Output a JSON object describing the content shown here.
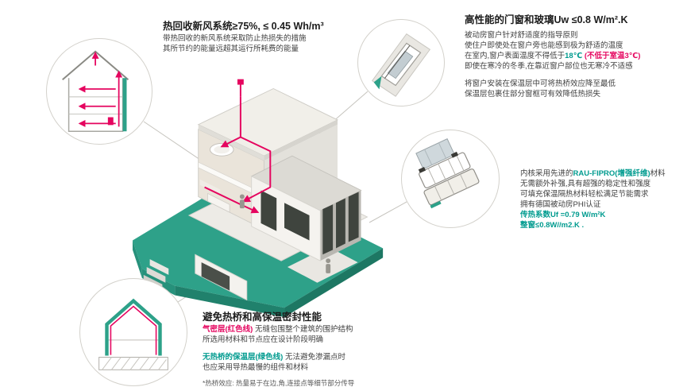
{
  "sections": {
    "ventilation": {
      "title": "热回收新风系统≥75%, ≤ 0.45 Wh/m³",
      "line1": "带热回收的新风系统采取防止热损失的措施",
      "line2": "其所节约的能量远超其运行所耗费的能量"
    },
    "windows": {
      "title": "高性能的门窗和玻璃",
      "title_value": "Uw ≤0.8 W/m².K",
      "line1": "被动房窗户针对舒适度的指导原则",
      "line2": "使住户即使处在窗户旁也能感到极为舒适的温度",
      "line3_pre": "在室内,窗户表面温度不得低于",
      "line3_green": "18℃",
      "line3_red": " (不低于室温3℃)",
      "line4": "即使在寒冷的冬季,在靠近窗户部位也无寒冷不适感",
      "line5": "将窗户安装在保温层中可将热桥效应降至最低",
      "line6": "保温层包裹住部分窗框可有效降低热损失"
    },
    "profile": {
      "line1_pre": "内核采用先进的",
      "line1_teal": "RAU-FIPRO(增强纤维)",
      "line1_post": "材料",
      "line2": "无需额外补强,具有超强的稳定性和强度",
      "line3": "可填充保温隔热材料轻松满足节能需求",
      "line4": "拥有德国被动房PHI认证",
      "line5": "传热系数Uf =0.79 W/m²K",
      "line6": "整窗≤0.8W//m2.K ."
    },
    "thermal": {
      "title": "避免热桥和高保温密封性能",
      "line1_red": "气密层(红色线)",
      "line1_rest": " 无缝包围整个建筑的围护结构",
      "line2": "所选用材料和节点应在设计阶段明确",
      "line3_green": "无热桥的保温层(绿色线)",
      "line3_rest": " 无法避免渗漏点时",
      "line4": "也应采用导热最慢的组件和材料",
      "footnote": "*热桥效应: 热量易于在边,角,连接点等细节部分传导"
    }
  },
  "colors": {
    "teal_text": "#009b8f",
    "ground_teal": "#2ea189",
    "red_magenta": "#e5055f",
    "body_text": "#404040"
  }
}
